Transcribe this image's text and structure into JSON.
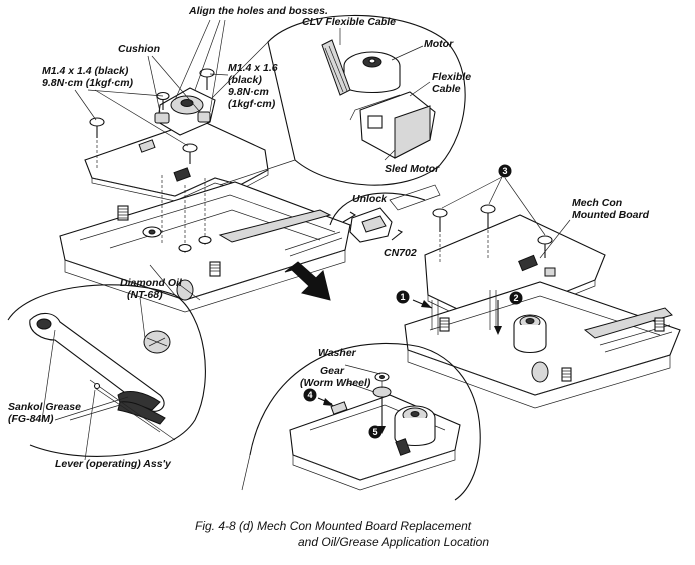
{
  "labels": {
    "align": "Align the holes and bosses.",
    "cushion": "Cushion",
    "screw_left_line1": "M1.4 x 1.4 (black)",
    "screw_left_line2": "9.8N·cm (1kgf·cm)",
    "screw_right_line1": "M1.4 x 1.6",
    "screw_right_line2": "(black)",
    "screw_right_line3": "9.8N·cm",
    "screw_right_line4": "(1kgf·cm)",
    "clv_cable": "CLV Flexible Cable",
    "motor": "Motor",
    "flex_cable_line1": "Flexible",
    "flex_cable_line2": "Cable",
    "sled_motor": "Sled Motor",
    "unlock": "Unlock",
    "cn702": "CN702",
    "mech_con_line1": "Mech Con",
    "mech_con_line2": "Mounted Board",
    "diamond_oil_line1": "Diamond Oil",
    "diamond_oil_line2": "(NT-68)",
    "sankol_line1": "Sankol Grease",
    "sankol_line2": "(FG-84M)",
    "lever": "Lever (operating) Ass'y",
    "washer": "Washer",
    "gear_line1": "Gear",
    "gear_line2": "(Worm Wheel)"
  },
  "callouts": [
    "1",
    "2",
    "3",
    "4",
    "5"
  ],
  "caption": {
    "line1": "Fig. 4-8 (d)   Mech Con Mounted Board Replacement",
    "line2": "and Oil/Grease Application Location"
  }
}
